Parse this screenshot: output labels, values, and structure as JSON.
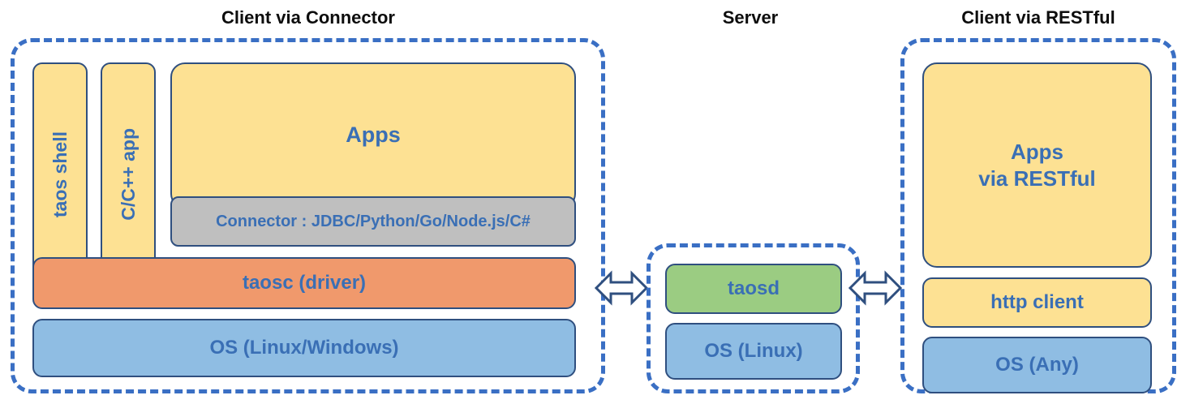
{
  "diagram": {
    "title": "TDengine client/server architecture",
    "background": "#ffffff",
    "palette": {
      "dashed_border": "#3a6fc4",
      "box_border": "#2f4f7f",
      "box_text": "#3a6fb5",
      "caption_text": "#0d0d0d",
      "yellow": "#fde193",
      "orange": "#f0996c",
      "blue": "#8fbde3",
      "green": "#9bcc82",
      "gray": "#bfbfbf",
      "arrow_fill": "#ffffff",
      "arrow_stroke": "#2f4f7f"
    }
  },
  "captions": {
    "client_connector": "Client via Connector",
    "server": "Server",
    "client_restful": "Client via RESTful"
  },
  "client_connector": {
    "taos_shell": "taos shell",
    "c_cpp_app": "C/C++ app",
    "apps": "Apps",
    "connector": "Connector : JDBC/Python/Go/Node.js/C#",
    "taosc": "taosc (driver)",
    "os": "OS (Linux/Windows)"
  },
  "server": {
    "taosd": "taosd",
    "os": "OS (Linux)"
  },
  "client_restful": {
    "apps_line1": "Apps",
    "apps_line2": "via RESTful",
    "http_client": "http client",
    "os": "OS (Any)"
  },
  "arrows": {
    "left": "double-headed-arrow",
    "right": "double-headed-arrow"
  }
}
